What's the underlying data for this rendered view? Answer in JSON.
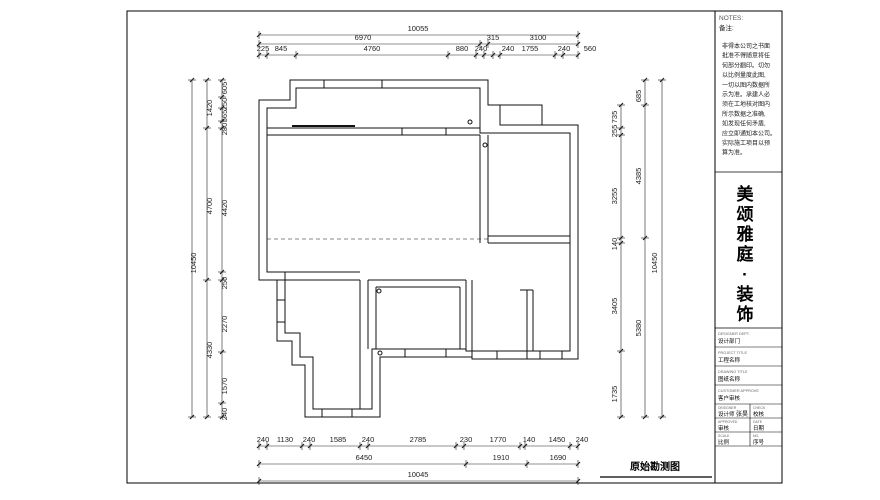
{
  "dims": {
    "top_total": "10055",
    "top_row2": [
      "6970",
      "315",
      "3100"
    ],
    "top_row3": [
      "225",
      "845",
      "4760",
      "880",
      "240",
      "240",
      "1755",
      "240",
      "560"
    ],
    "left_outer": "10450",
    "left_mid": [
      "1420",
      "4700",
      "4330"
    ],
    "left_inner": [
      "605",
      "250",
      "565",
      "280",
      "4420",
      "250",
      "2270",
      "1570",
      "240"
    ],
    "right_outer": "10450",
    "right_mid": [
      "685",
      "4385",
      "5380"
    ],
    "right_inner": [
      "735",
      "255",
      "3255",
      "140",
      "3405",
      "1735"
    ],
    "bottom_row1": [
      "240",
      "1130",
      "240",
      "1585",
      "240",
      "2785",
      "230",
      "1770",
      "140",
      "1450",
      "240"
    ],
    "bottom_row2": [
      "6450",
      "1910",
      "1690"
    ],
    "bottom_total": "10045"
  },
  "drawing_title": "原始勘测图",
  "notes": {
    "header_en": "NOTES:",
    "header_cn": "备注:",
    "lines": [
      "非得本公司之书面",
      "批准不得随意将任",
      "何部分翻印。切勿",
      "以比例量度此图,",
      "一切以图内数据所",
      "示为准。承建人必",
      "须在工地核对图内",
      "所示数据之准确,",
      "如发现任何矛盾,",
      "应立即通知本公司。",
      "实际施工项目以预",
      "算为准。"
    ]
  },
  "brand": [
    "美",
    "颂",
    "雅",
    "庭",
    "·",
    "装",
    "饰"
  ],
  "title_block": [
    {
      "en": "DESIGNER DEPT.",
      "cn": "设计部门"
    },
    {
      "en": "PROJECT TITLE",
      "cn": "工程名称"
    },
    {
      "en": "DRAWING TITLE",
      "cn": "图纸名称"
    },
    {
      "en": "CUSTOMER APPROVE",
      "cn": "客户审核"
    }
  ],
  "sign_rows": [
    {
      "l_en": "DESIGNER",
      "l_cn": "设计师",
      "m": "张昊",
      "r_en": "CHECK",
      "r_cn": "校核"
    },
    {
      "l_en": "APPROVED",
      "l_cn": "审核",
      "m": "",
      "r_en": "DATE",
      "r_cn": "日期"
    },
    {
      "l_en": "SCALE",
      "l_cn": "比例",
      "m": "",
      "r_en": "NO.",
      "r_cn": "序号"
    }
  ]
}
